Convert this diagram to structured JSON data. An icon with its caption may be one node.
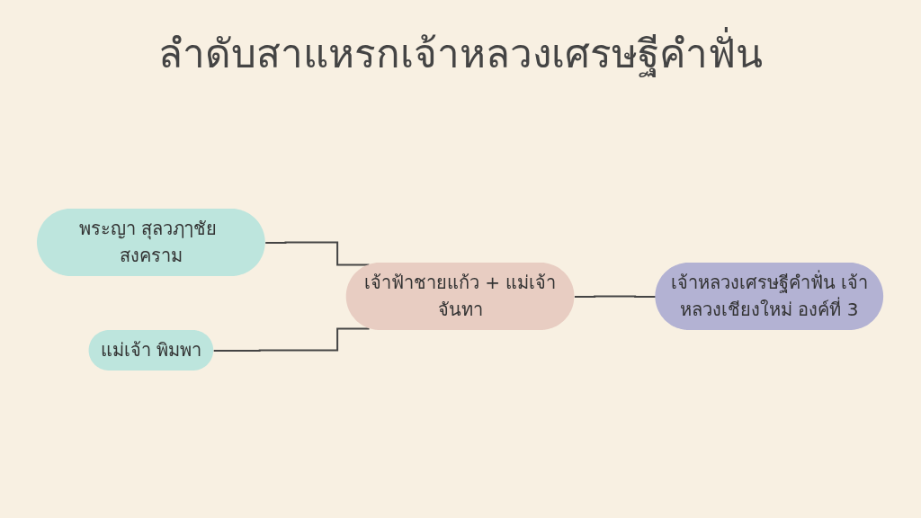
{
  "diagram": {
    "title": "ลำดับสาแหรกเจ้าหลวงเศรษฐีคำฟั่น",
    "nodes": [
      {
        "text": [
          "พระญา สุลวฦๅชัย สงคราม"
        ]
      },
      {
        "text": [
          "แม่เจ้า พิมพา"
        ]
      },
      {
        "text": [
          "เจ้าฟ้าชายแก้ว + แม่เจ้าจันทา"
        ]
      },
      {
        "text": [
          "เจ้าหลวงเศรษฐีคำฟั่น เจ้าหลวงเชียงใหม่ องค์ที่ 3"
        ]
      }
    ],
    "edges": [
      {
        "from": 0,
        "to": 2,
        "arrow": "none"
      },
      {
        "from": 1,
        "to": 2,
        "arrow": "none"
      },
      {
        "from": 2,
        "to": 3,
        "arrow": "none"
      }
    ]
  }
}
